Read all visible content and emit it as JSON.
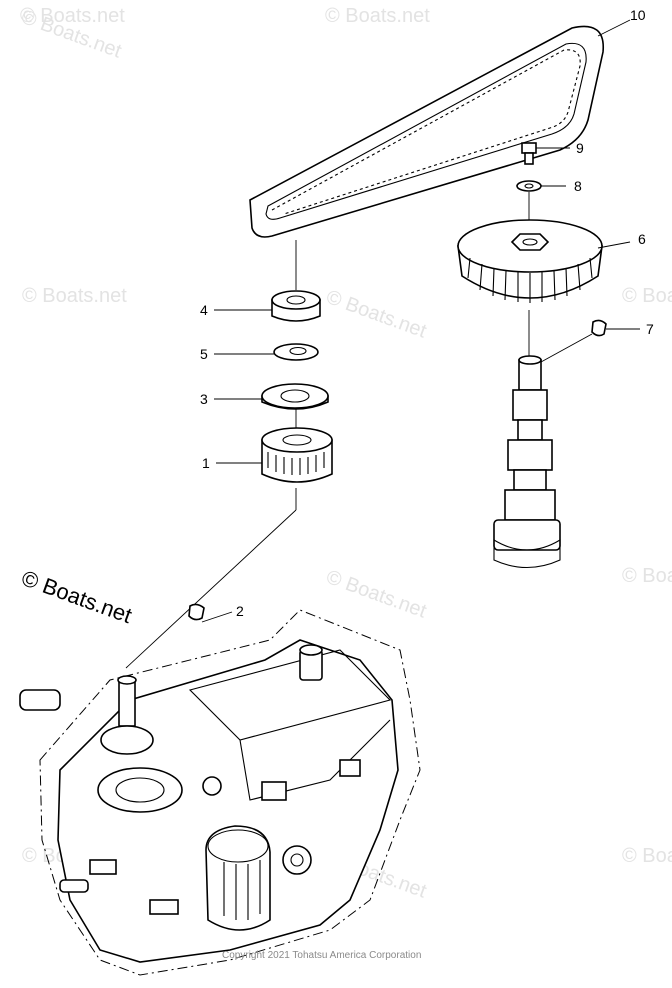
{
  "watermark_text": "© Boats.net",
  "brand_text": "© Boats.net",
  "copyright": "Copyright 2021 Tohatsu America Corporation",
  "callouts": [
    "1",
    "2",
    "3",
    "4",
    "5",
    "6",
    "7",
    "8",
    "9",
    "10"
  ],
  "parts": {
    "timing_belt": "timing-belt",
    "crank_pulley": "crankshaft-pulley",
    "cam_pulley": "camshaft-pulley",
    "camshaft": "camshaft",
    "engine_block": "powerhead-block"
  }
}
